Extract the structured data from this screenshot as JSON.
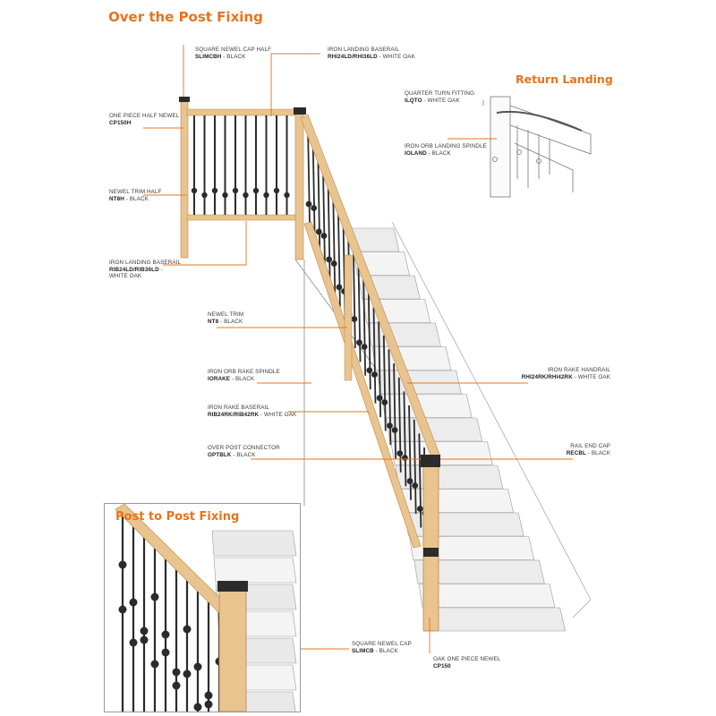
{
  "headings": {
    "over_post": "Over the Post Fixing",
    "return_landing": "Return Landing",
    "post_to_post": "Post to Post Fixing"
  },
  "labels": {
    "slimcbh": {
      "name": "SQUARE NEWEL CAP HALF",
      "code": "SLIMCBH",
      "finish": " - BLACK"
    },
    "rhi24ld": {
      "name": "IRON LANDING BASERAIL",
      "code": "RHI24LD/RHI36LD",
      "finish": " - WHITE OAK"
    },
    "cp150h": {
      "name": "ONE PIECE HALF NEWEL",
      "code": "CP150H",
      "finish": ""
    },
    "nt8h": {
      "name": "NEWEL TRIM HALF",
      "code": "NT8H",
      "finish": " - BLACK"
    },
    "rib24ld": {
      "name": "IRON LANDING BASERAIL",
      "code": "RIB24LD/RIB36LD",
      "finish": " -",
      "extra": "WHITE OAK"
    },
    "nt8": {
      "name": "NEWEL TRIM",
      "code": "NT8",
      "finish": " - BLACK"
    },
    "iorake": {
      "name": "IRON ORB RAKE SPINDLE",
      "code": "IORAKE",
      "finish": " - BLACK"
    },
    "rib24rk": {
      "name": "IRON RAKE BASERAIL",
      "code": "RIB24RK/RIB42RK",
      "finish": " - WHITE OAK"
    },
    "optblk": {
      "name": "OVER POST CONNECTOR",
      "code": "OPTBLK",
      "finish": " - BLACK"
    },
    "ilqto": {
      "name": "QUARTER TURN FITTING",
      "code": "ILQTO",
      "finish": " - WHITE OAK"
    },
    "ioland": {
      "name": "IRON ORB LANDING SPINDLE",
      "code": "IOLAND",
      "finish": " - BLACK"
    },
    "rhi24rk": {
      "name": "IRON RAKE HANDRAIL",
      "code": "RHI24RK/RHI42RK",
      "finish": " - WHITE OAK"
    },
    "recbl": {
      "name": "RAIL END CAP",
      "code": "RECBL",
      "finish": " - BLACK"
    },
    "slimcb": {
      "name": "SQUARE NEWEL CAP",
      "code": "SLIMCB",
      "finish": " - BLACK"
    },
    "cp150": {
      "name": "OAK ONE PIECE NEWEL",
      "code": "CP150",
      "finish": ""
    }
  },
  "colors": {
    "accent": "#e8731c",
    "oak": "#e9c48e",
    "oak_dark": "#c99a5c",
    "iron": "#2b2b2b"
  }
}
